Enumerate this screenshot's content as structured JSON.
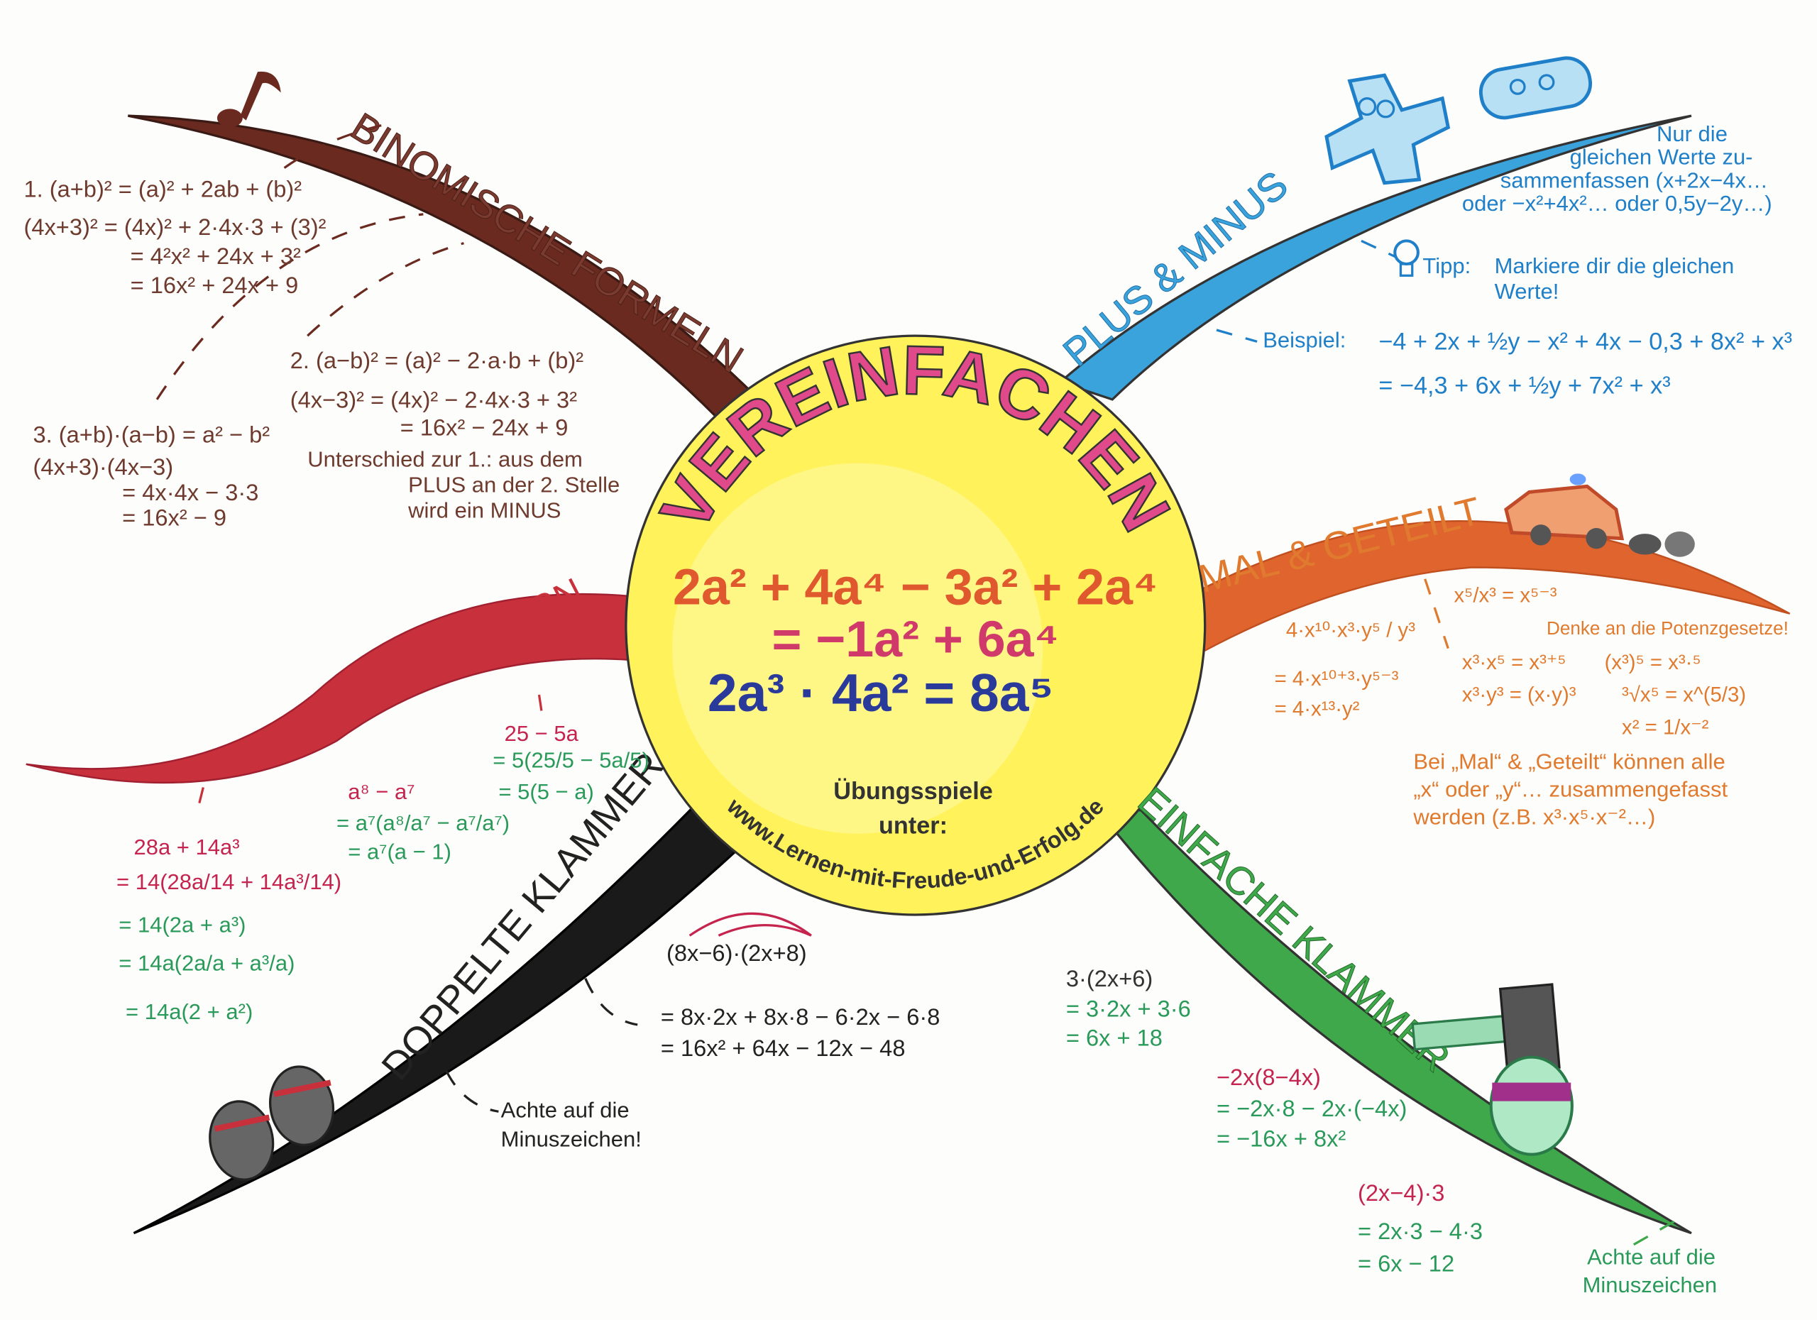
{
  "center": {
    "title": "VEREINFACHEN",
    "formula1": "2a² + 4a⁴ − 3a² + 2a⁴",
    "formula2": "= −1a² + 6a⁴",
    "formula3": "2a³ · 4a² = 8a⁵",
    "games_line1": "Übungsspiele",
    "games_line2": "unter:",
    "url": "www.Lernen-mit-Freude-und-Erfolg.de"
  },
  "colors": {
    "binomische": "#6b2a20",
    "plus_minus": "#3aa3dc",
    "mal_geteilt": "#e0642e",
    "einfache": "#3fa84a",
    "doppelte": "#1a1a1a",
    "ausklammern": "#c8303c",
    "center_fill": "#fff25a"
  },
  "branches": {
    "binomische": {
      "label": "BINOMISCHE FORMELN",
      "f1": "1. (a+b)² = (a)² + 2ab + (b)²",
      "f1_ex1": "(4x+3)² = (4x)² + 2·4x·3 + (3)²",
      "f1_ex2": "= 4²x² + 24x + 3²",
      "f1_ex3": "= 16x² + 24x + 9",
      "f2": "2. (a−b)² = (a)² − 2·a·b + (b)²",
      "f2_ex1": "(4x−3)² = (4x)² − 2·4x·3 + 3²",
      "f2_ex2": "= 16x² − 24x + 9",
      "f2_note1": "Unterschied zur 1.: aus dem",
      "f2_note2": "PLUS an der 2. Stelle",
      "f2_note3": "wird ein MINUS",
      "f3": "3. (a+b)·(a−b) = a² − b²",
      "f3_ex1": "(4x+3)·(4x−3)",
      "f3_ex2": "= 4x·4x − 3·3",
      "f3_ex3": "= 16x² − 9"
    },
    "plus_minus": {
      "label": "PLUS & MINUS",
      "note1": "Nur die",
      "note2": "gleichen Werte zu-",
      "note3": "sammenfassen (x+2x−4x…",
      "note4": "oder −x²+4x²… oder 0,5y−2y…)",
      "tipp_label": "Tipp:",
      "tipp1": "Markiere dir die gleichen",
      "tipp2": "Werte!",
      "beispiel_label": "Beispiel:",
      "beispiel1": "−4 + 2x + ½y − x² + 4x − 0,3 + 8x² + x³",
      "beispiel2": "= −4,3 + 6x + ½y + 7x² + x³"
    },
    "mal_geteilt": {
      "label": "MAL & GETEILT",
      "ex1": "4·x¹⁰·x³·y⁵ / y³",
      "ex2": "= 4·x¹⁰⁺³·y⁵⁻³",
      "ex3": "= 4·x¹³·y²",
      "rule_div": "x⁵/x³ = x⁵⁻³",
      "hint": "Denke an die Potenzgesetze!",
      "rule_mul": "x³·x⁵ = x³⁺⁵",
      "rule_pow": "(x³)⁵ = x³·⁵",
      "rule_root": "³√x⁵ = x^(5/3)",
      "rule_prod": "x³·y³ = (x·y)³",
      "rule_neg": "x² = 1/x⁻²",
      "note1": "Bei „Mal“ & „Geteilt“ können alle",
      "note2": "„x“ oder „y“… zusammengefasst",
      "note3": "werden (z.B. x³·x⁵·x⁻²…)"
    },
    "einfache": {
      "label": "EINFACHE KLAMMER",
      "ex1_1": "3·(2x+6)",
      "ex1_2": "= 3·2x + 3·6",
      "ex1_3": "= 6x + 18",
      "ex2_1": "−2x(8−4x)",
      "ex2_2": "= −2x·8 − 2x·(−4x)",
      "ex2_3": "= −16x + 8x²",
      "ex3_1": "(2x−4)·3",
      "ex3_2": "= 2x·3 − 4·3",
      "ex3_3": "= 6x − 12",
      "note1": "Achte auf die",
      "note2": "Minuszeichen"
    },
    "doppelte": {
      "label": "DOPPELTE KLAMMER",
      "ex1": "(8x−6)·(2x+8)",
      "ex2": "= 8x·2x + 8x·8 − 6·2x − 6·8",
      "ex3": "= 16x² + 64x − 12x − 48",
      "note1": "Achte auf die",
      "note2": "Minuszeichen!"
    },
    "ausklammern": {
      "label": "AUSKLAMMERN",
      "a1": "25 − 5a",
      "a2": "= 5(25/5 − 5a/5)",
      "a3": "= 5(5 − a)",
      "b1": "a⁸ − a⁷",
      "b2": "= a⁷(a⁸/a⁷ − a⁷/a⁷)",
      "b3": "= a⁷(a − 1)",
      "c1": "28a + 14a³",
      "c2": "= 14(28a/14 + 14a³/14)",
      "c3": "= 14(2a + a³)",
      "c4": "= 14a(2a/a + a³/a)",
      "c5": "= 14a(2 + a²)"
    }
  }
}
